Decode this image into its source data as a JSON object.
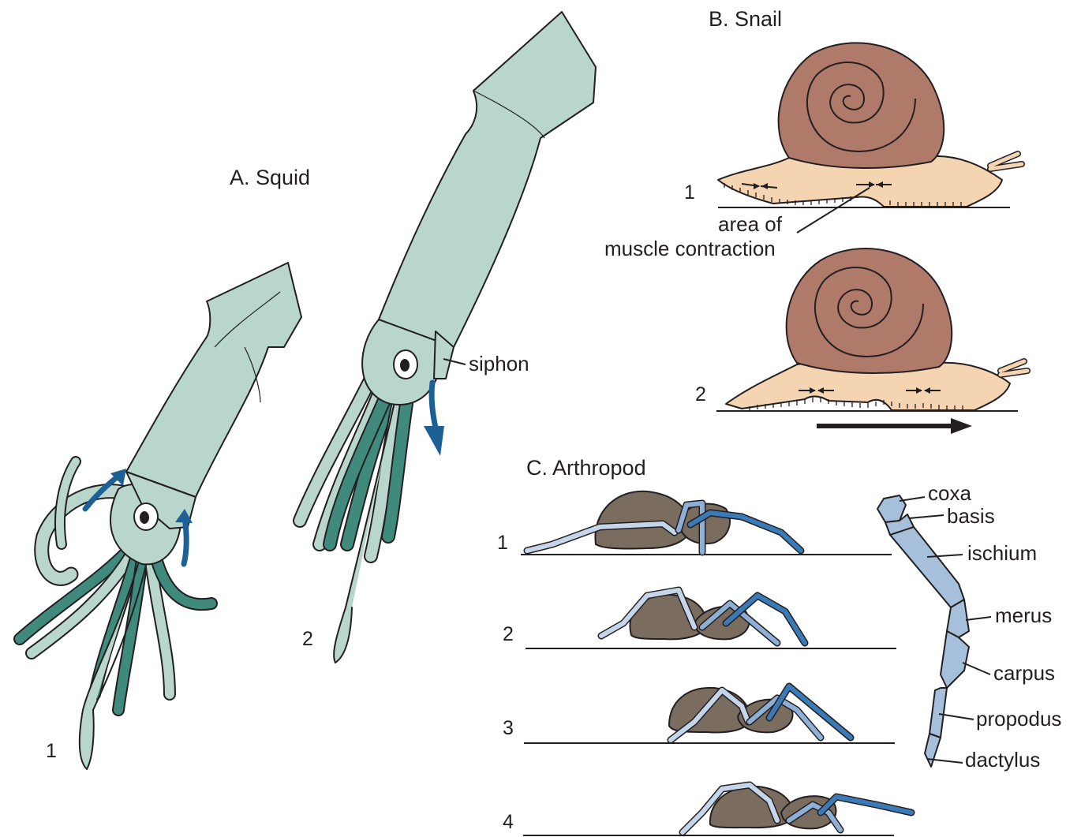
{
  "colors": {
    "squid_body": "#b8d6cc",
    "squid_tentacle_dark": "#3f8a7c",
    "water_arrow": "#1c6096",
    "snail_shell": "#b07a6b",
    "snail_foot": "#f5d5b1",
    "spider_body": "#7a6c5f",
    "leg_light": "#c6d6ea",
    "leg_mid": "#8fb0d6",
    "leg_dark": "#3a7ab6",
    "appendage": "#a6c0dc",
    "ink": "#231f20"
  },
  "squid": {
    "title": "A. Squid",
    "stage1_number": "1",
    "stage2_number": "2",
    "siphon_label": "siphon"
  },
  "snail": {
    "title": "B. Snail",
    "stage1_number": "1",
    "stage2_number": "2",
    "contraction_label_line1": "area of",
    "contraction_label_line2": "muscle contraction"
  },
  "arthropod": {
    "title": "C. Arthropod",
    "stage_numbers": [
      "1",
      "2",
      "3",
      "4"
    ],
    "leg_segments": [
      "coxa",
      "basis",
      "ischium",
      "merus",
      "carpus",
      "propodus",
      "dactylus"
    ]
  }
}
